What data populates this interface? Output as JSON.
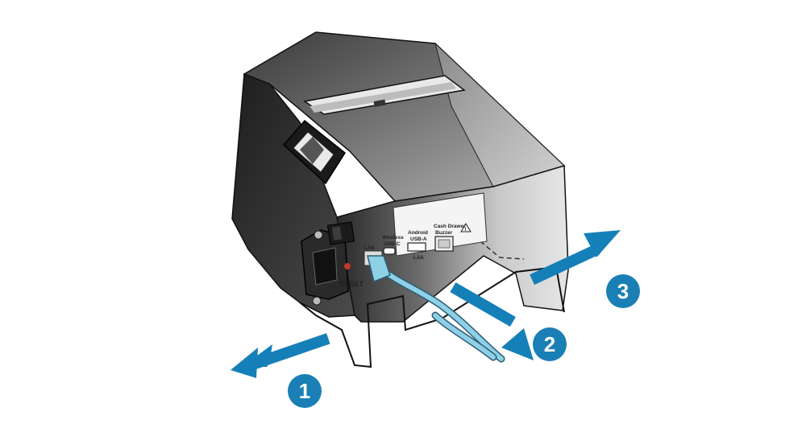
{
  "ports": {
    "reset": "RESET",
    "lan": "LAN",
    "wireless_1": "Wireless",
    "wireless_2": "USB-C",
    "android_1": "Android",
    "android_2": "USB-A",
    "android_rating": "1.5A",
    "drawer_1": "Cash Drawer",
    "drawer_2": "Buzzer",
    "warning_symbol": "!"
  },
  "steps": [
    {
      "number": "1"
    },
    {
      "number": "2"
    },
    {
      "number": "3"
    }
  ],
  "colors": {
    "accent_blue": "#1a7fb5",
    "arrow_blue": "#1580b8",
    "cable_blue": "#8ed0e6",
    "body_dark": "#2e2e2e",
    "body_light": "#d8d8d8"
  }
}
